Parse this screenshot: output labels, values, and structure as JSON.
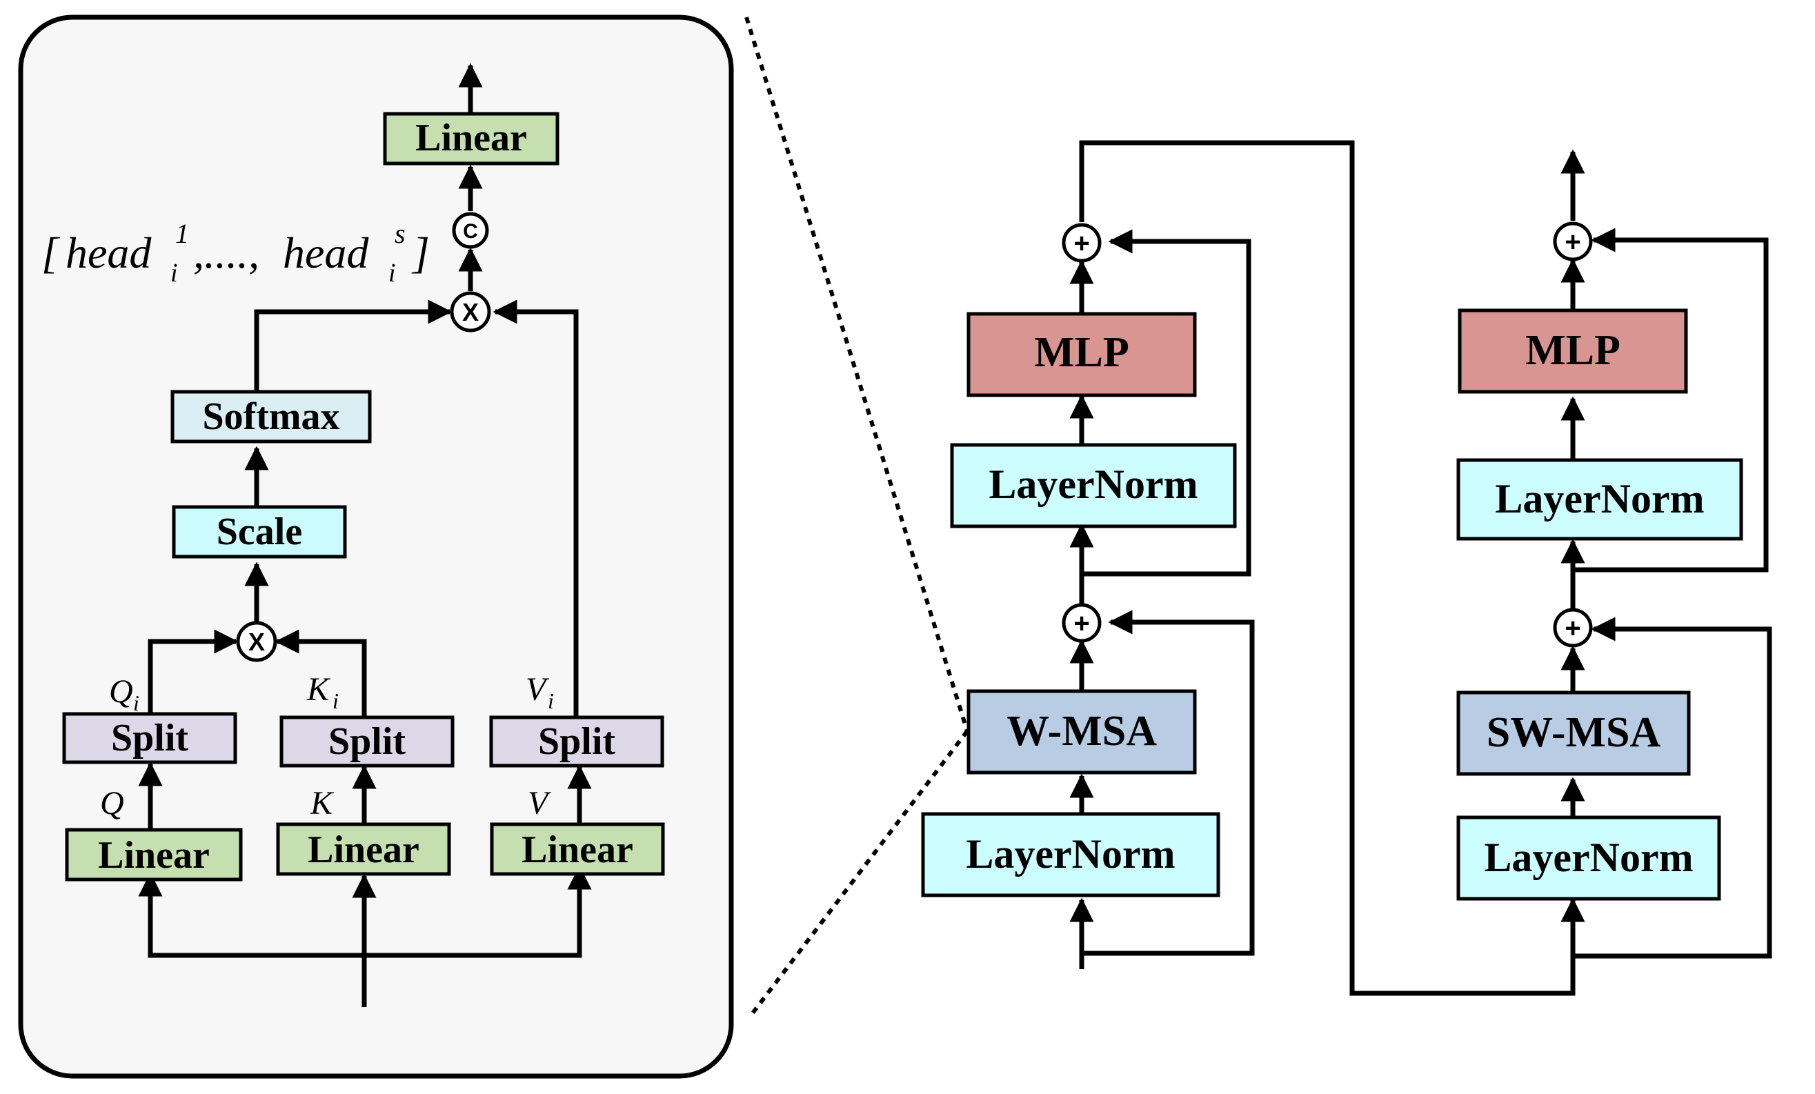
{
  "colors": {
    "linear": "#c6dfb0",
    "split": "#dcd8e8",
    "softmax": "#daeef4",
    "scale": "#ccfbfd",
    "layernorm": "#ccfdff",
    "mlp": "#d99591",
    "msa": "#b8cce4",
    "panel": "#f7f7f7"
  },
  "attention": {
    "out_linear": "Linear",
    "concat_symbol": "C",
    "head_concat": {
      "open": "[",
      "head": "head",
      "sub_i": "i",
      "sup_1": "1",
      "sep": ",....,",
      "sup_s": "s",
      "close": "]"
    },
    "mult_symbol": "X",
    "softmax": "Softmax",
    "scale": "Scale",
    "split_labels": [
      "Split",
      "Split",
      "Split"
    ],
    "linear_labels": [
      "Linear",
      "Linear",
      "Linear"
    ],
    "qkv": [
      "Q",
      "K",
      "V"
    ],
    "qkv_split": [
      {
        "base": "Q",
        "sub": "i"
      },
      {
        "base": "K",
        "sub": "i"
      },
      {
        "base": "V",
        "sub": "i"
      }
    ]
  },
  "block_left": {
    "mlp": "MLP",
    "layernorm_top": "LayerNorm",
    "msa": "W-MSA",
    "layernorm_bottom": "LayerNorm",
    "add_symbol": "+"
  },
  "block_right": {
    "mlp": "MLP",
    "layernorm_top": "LayerNorm",
    "msa": "SW-MSA",
    "layernorm_bottom": "LayerNorm",
    "add_symbol": "+"
  }
}
